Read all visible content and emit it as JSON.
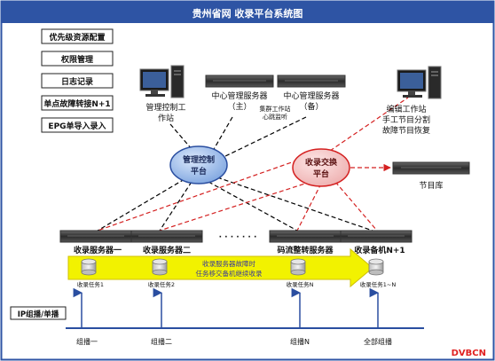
{
  "title": "贵州省网 收录平台系统图",
  "menu": [
    "优先级资源配置",
    "权限管理",
    "日志记录",
    "单点故障转接N+1",
    "EPG单导入录入"
  ],
  "workstation_left": {
    "line1": "管理控制工",
    "line2": "作站"
  },
  "central_server_main": {
    "line1": "中心管理服务器",
    "line2": "（主）"
  },
  "central_server_backup": {
    "line1": "中心管理服务器",
    "line2": "（备）"
  },
  "cluster_monitor": {
    "line1": "集群工作站",
    "line2": "心跳监听"
  },
  "edit_station": {
    "line1": "编辑工作站",
    "line2": "手工节目分割",
    "line3": "故障节目恢复"
  },
  "control_platform": {
    "line1": "管理控制",
    "line2": "平台"
  },
  "exchange_platform": {
    "line1": "收录交换",
    "line2": "平台"
  },
  "program_library": "节目库",
  "servers": [
    "收录服务器一",
    "收录服务器二",
    "码流整转服务器",
    "收录备机N+1"
  ],
  "ellipsis": "· · · · · · ·",
  "tasks": [
    "收录任务1",
    "收录任务2",
    "收录任务N",
    "收录任务1~N"
  ],
  "failover_note": {
    "line1": "收录服务器故障时",
    "line2": "任务移交备机继续收录"
  },
  "ip_label": "IP组播/单播",
  "groups": [
    "组播一",
    "组播二",
    "组播N",
    "全部组播"
  ],
  "watermark": "DVBCN",
  "colors": {
    "title_bg": "#2e54a4",
    "black_line": "#000000",
    "red_line": "#d42020",
    "arrow_yellow": "#f2f200",
    "ellipse_blue": "#8fb4e8",
    "ellipse_red_fill": "#f4c7c7",
    "watermark": "#e02020"
  }
}
